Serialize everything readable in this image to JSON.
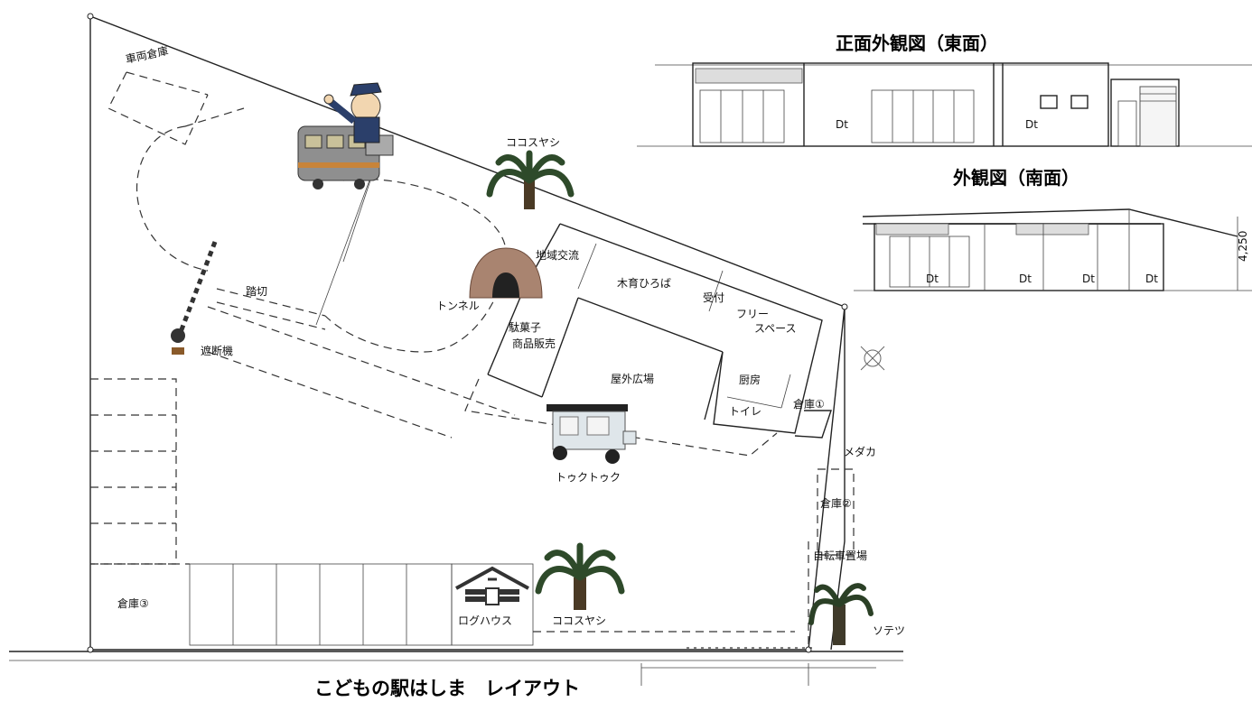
{
  "title": "こどもの駅はしま　レイアウト",
  "elevations": {
    "east": {
      "title": "正面外観図（東面）",
      "dims": [
        "Dt",
        "Dt"
      ]
    },
    "south": {
      "title": "外観図（南面）",
      "dims": [
        "Dt",
        "Dt",
        "Dt",
        "Dt"
      ],
      "height_mark": "4,250"
    }
  },
  "labels": {
    "garage": "車両倉庫",
    "palm_top": "ココスヤシ",
    "community": "地域交流",
    "wood_plaza": "木育ひろば",
    "reception": "受付",
    "free_space": "フリー\nスペース",
    "tunnel": "トンネル",
    "crossing": "踏切",
    "barrier": "遮断機",
    "candy_shop": "駄菓子\n商品販売",
    "outdoor_plaza": "屋外広場",
    "kitchen": "厨房",
    "toilet": "トイレ",
    "storage1": "倉庫①",
    "medaka": "メダカ",
    "storage2": "倉庫②",
    "bicycle": "自転車置場",
    "tuktuk": "トゥクトゥク",
    "storage3": "倉庫③",
    "log_house": "ログハウス",
    "palm_bottom": "ココスヤシ",
    "sago": "ソテツ"
  },
  "icons": [
    "train-conductor-icon",
    "palm-tree-icon",
    "tunnel-icon",
    "crossing-barrier-icon",
    "tuktuk-icon",
    "log-house-icon",
    "compass-icon"
  ]
}
